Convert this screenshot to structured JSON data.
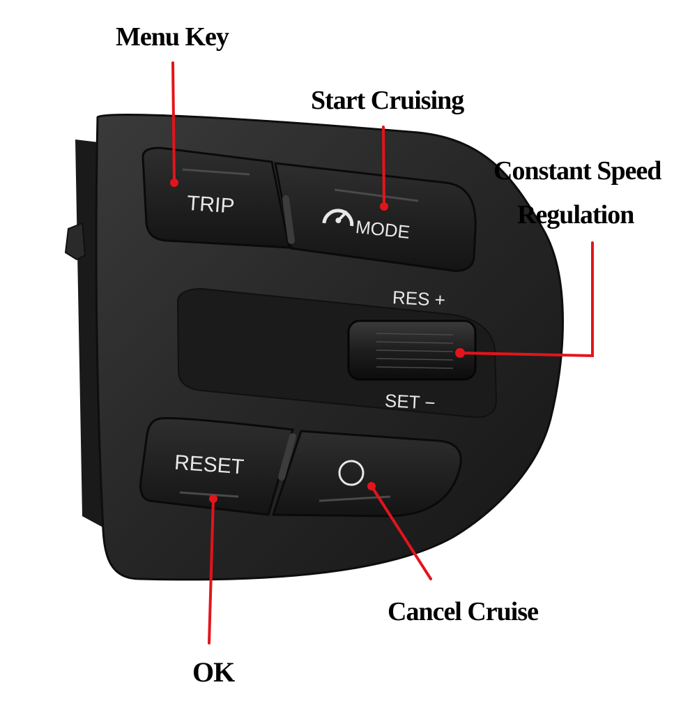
{
  "callouts": {
    "menu_key": "Menu Key",
    "start_cruising": "Start Cruising",
    "constant_speed_line1": "Constant Speed",
    "constant_speed_line2": "Regulation",
    "cancel_cruise": "Cancel Cruise",
    "ok": "OK"
  },
  "button_labels": {
    "trip": "TRIP",
    "mode": "MODE",
    "res": "RES +",
    "set": "SET −",
    "reset": "RESET"
  },
  "colors": {
    "leader_line": "#e3141b",
    "housing": "#242424",
    "button_face": "#1c1c1c",
    "label_text": "#e8e8e8"
  },
  "icons": [
    "speedometer-icon",
    "cancel-circle-icon"
  ]
}
